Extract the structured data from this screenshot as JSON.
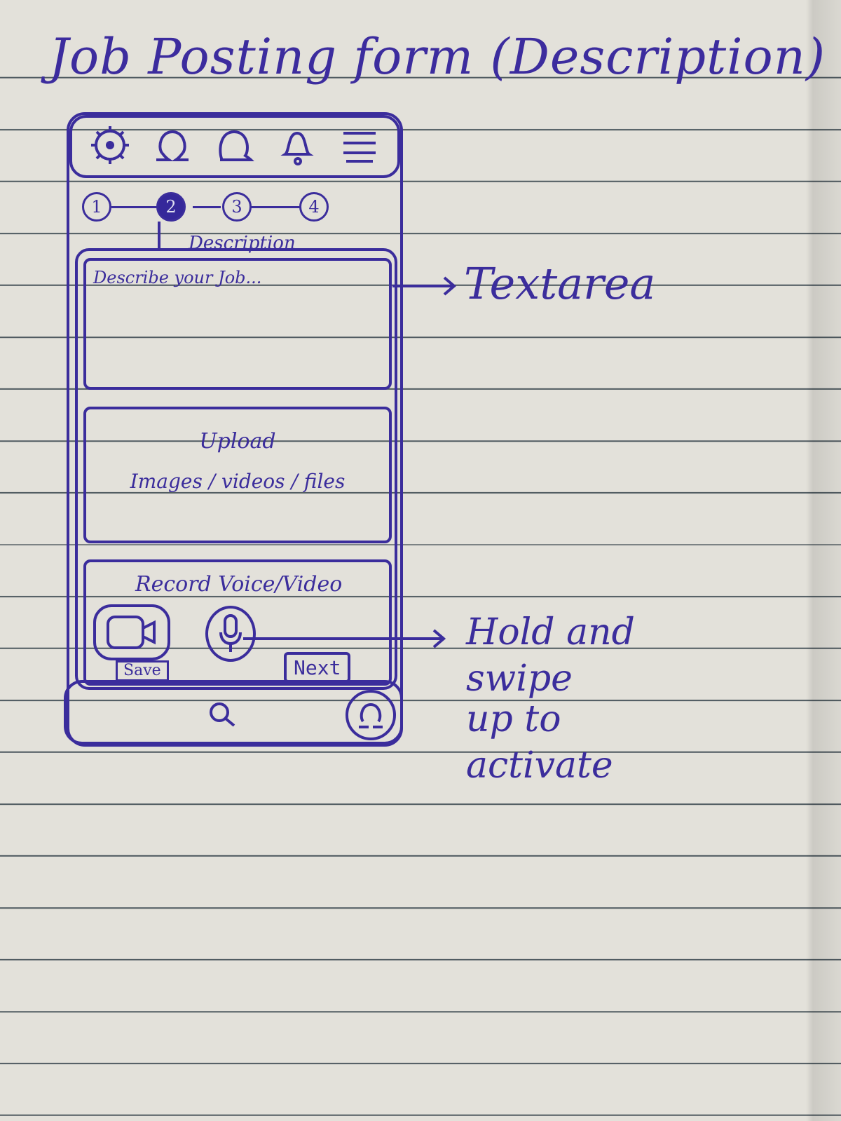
{
  "title": "Job Posting form (Description)",
  "steps": [
    "1",
    "2",
    "3",
    "4"
  ],
  "active_step": 2,
  "section_label": "Description",
  "textarea": {
    "placeholder": "Describe your Job..."
  },
  "upload": {
    "line1": "Upload",
    "line2": "Images / videos / files"
  },
  "record": {
    "title": "Record Voice/Video",
    "save_label": "Save",
    "next_label": "Next"
  },
  "annotations": {
    "textarea": "Textarea",
    "mic": [
      "Hold and",
      "swipe",
      "up to",
      "activate"
    ]
  },
  "icons": {
    "topbar": [
      "gear-icon",
      "profile-icon",
      "chat-icon",
      "bell-icon",
      "menu-icon"
    ],
    "bottombar": [
      "search-icon",
      "profile-icon"
    ]
  },
  "colors": {
    "ink": "#3b2d9c",
    "paper": "#e3e1da"
  }
}
